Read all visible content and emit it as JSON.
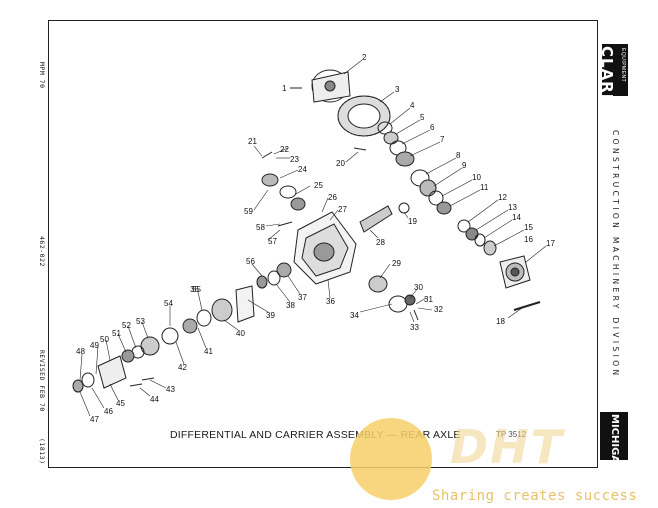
{
  "side_text": {
    "left_top": "MPM 70",
    "left_mid": "462-022",
    "left_rev": "REVISED FEB 70",
    "left_bottom": "(1813)"
  },
  "brand": {
    "logo_text": "CLARK",
    "logo_sub": "EQUIPMENT",
    "division_text": "CONSTRUCTION MACHINERY DIVISION",
    "michigan_text": "MICHIGAN"
  },
  "caption": "DIFFERENTIAL AND CARRIER ASSEMBLY — REAR AXLE",
  "tp_number": "TP 3512",
  "watermark": {
    "letters": "DHT",
    "slogan": "Sharing creates success"
  },
  "callouts": [
    "1",
    "2",
    "3",
    "4",
    "5",
    "6",
    "7",
    "8",
    "9",
    "10",
    "11",
    "12",
    "13",
    "14",
    "15",
    "16",
    "17",
    "18",
    "19",
    "20",
    "21",
    "22",
    "23",
    "24",
    "25",
    "26",
    "27",
    "28",
    "29",
    "30",
    "31",
    "32",
    "33",
    "34",
    "35",
    "36",
    "37",
    "38",
    "39",
    "40",
    "41",
    "42",
    "43",
    "44",
    "45",
    "46",
    "47",
    "48",
    "49",
    "50",
    "51",
    "52",
    "53",
    "54",
    "55",
    "56",
    "57",
    "58",
    "59"
  ]
}
